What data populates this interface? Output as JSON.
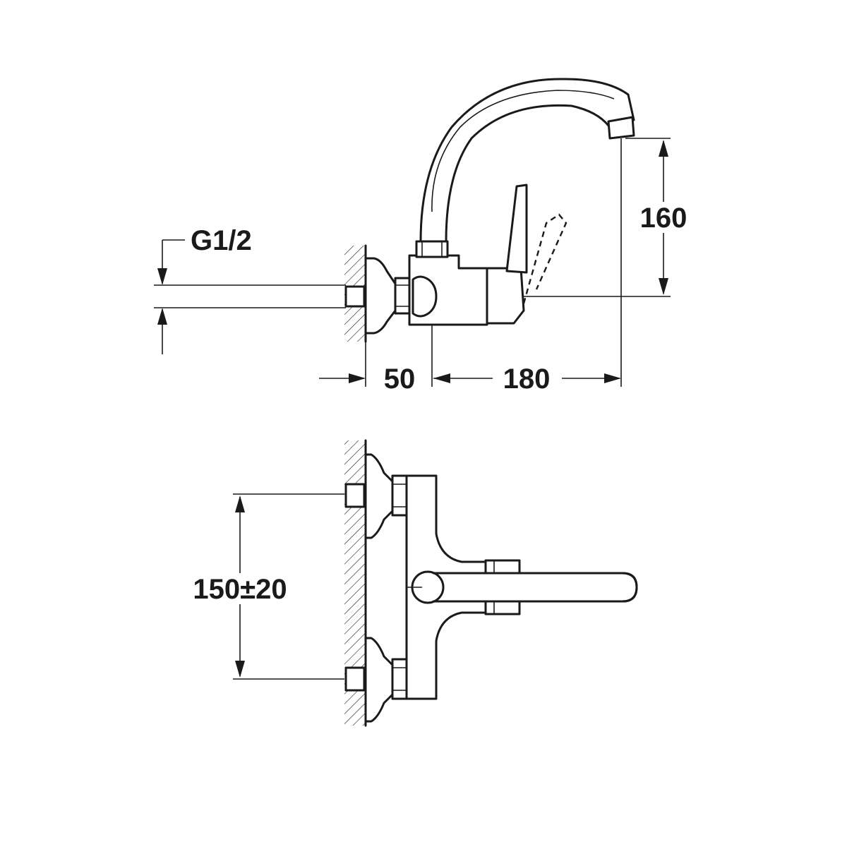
{
  "dimensions": {
    "thread": "G1/2",
    "wall_to_body": "50",
    "body_to_spout": "180",
    "spout_height": "160",
    "inlet_spacing": "150±20"
  }
}
